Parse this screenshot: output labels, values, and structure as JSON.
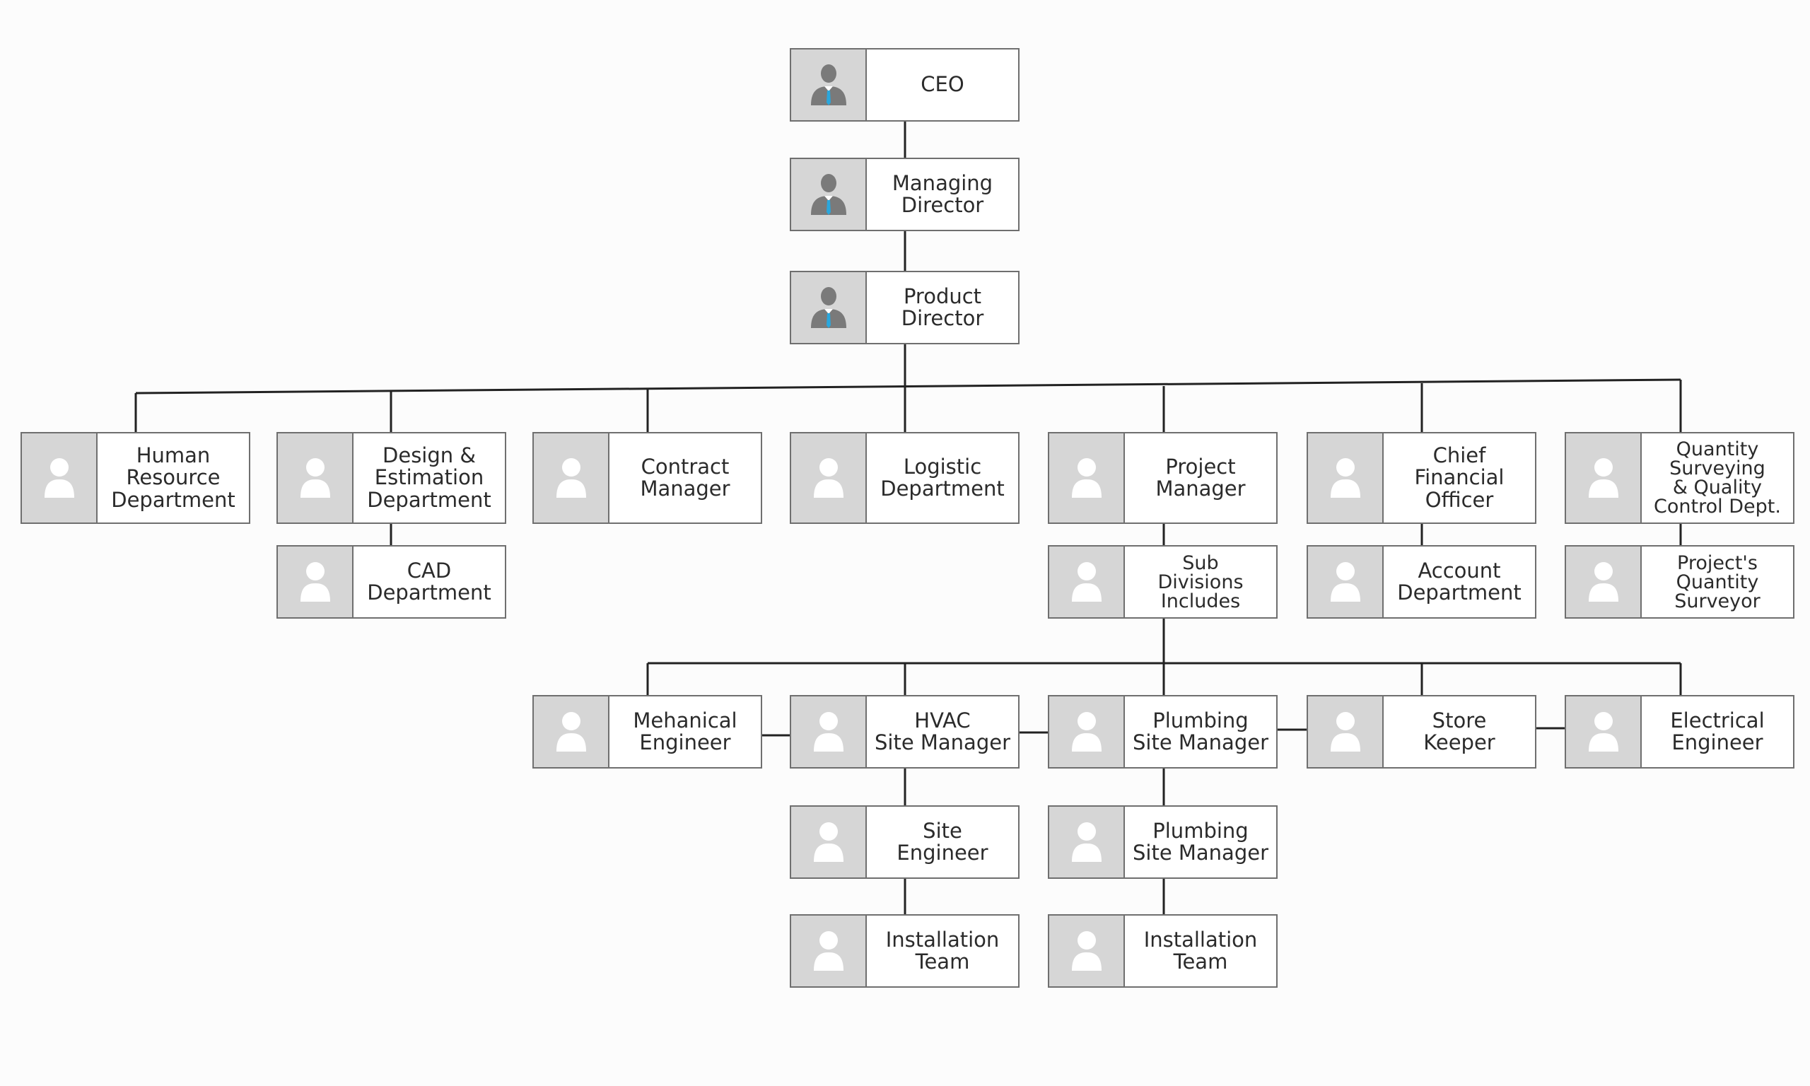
{
  "nodes": [
    {
      "id": "ceo",
      "label": "CEO",
      "icon": "executive-icon"
    },
    {
      "id": "md",
      "label": "Managing\nDirector",
      "icon": "executive-icon"
    },
    {
      "id": "pd",
      "label": "Product\nDirector",
      "icon": "executive-icon"
    },
    {
      "id": "hr",
      "label": "Human\nResource\nDepartment",
      "icon": "person-icon"
    },
    {
      "id": "design",
      "label": "Design &\nEstimation\nDepartment",
      "icon": "person-icon"
    },
    {
      "id": "cad",
      "label": "CAD\nDepartment",
      "icon": "person-icon"
    },
    {
      "id": "contract",
      "label": "Contract\nManager",
      "icon": "person-icon"
    },
    {
      "id": "logistic",
      "label": "Logistic\nDepartment",
      "icon": "person-icon"
    },
    {
      "id": "pm",
      "label": "Project\nManager",
      "icon": "person-icon"
    },
    {
      "id": "subdiv",
      "label": "Sub\nDivisions\nIncludes",
      "icon": "person-icon"
    },
    {
      "id": "cfo",
      "label": "Chief\nFinancial\nOfficer",
      "icon": "person-icon"
    },
    {
      "id": "account",
      "label": "Account\nDepartment",
      "icon": "person-icon"
    },
    {
      "id": "qs",
      "label": "Quantity\nSurveying\n& Quality\nControl Dept.",
      "icon": "person-icon"
    },
    {
      "id": "pqs",
      "label": "Project's\nQuantity\nSurveyor",
      "icon": "person-icon"
    },
    {
      "id": "mech",
      "label": "Mehanical\nEngineer",
      "icon": "person-icon"
    },
    {
      "id": "hvac",
      "label": "HVAC\nSite Manager",
      "icon": "person-icon"
    },
    {
      "id": "plumb1",
      "label": "Plumbing\nSite Manager",
      "icon": "person-icon"
    },
    {
      "id": "store",
      "label": "Store\nKeeper",
      "icon": "person-icon"
    },
    {
      "id": "elec",
      "label": "Electrical\nEngineer",
      "icon": "person-icon"
    },
    {
      "id": "siteeng",
      "label": "Site\nEngineer",
      "icon": "person-icon"
    },
    {
      "id": "plumb2",
      "label": "Plumbing\nSite Manager",
      "icon": "person-icon"
    },
    {
      "id": "inst1",
      "label": "Installation\nTeam",
      "icon": "person-icon"
    },
    {
      "id": "inst2",
      "label": "Installation\nTeam",
      "icon": "person-icon"
    }
  ],
  "colors": {
    "box_border": "#6f6f6f",
    "photo_bg": "#d6d6d6",
    "connector": "#222222",
    "executive_figure": "#7a7a7a",
    "executive_tie": "#2aa7dd",
    "person_figure": "#ffffff"
  }
}
